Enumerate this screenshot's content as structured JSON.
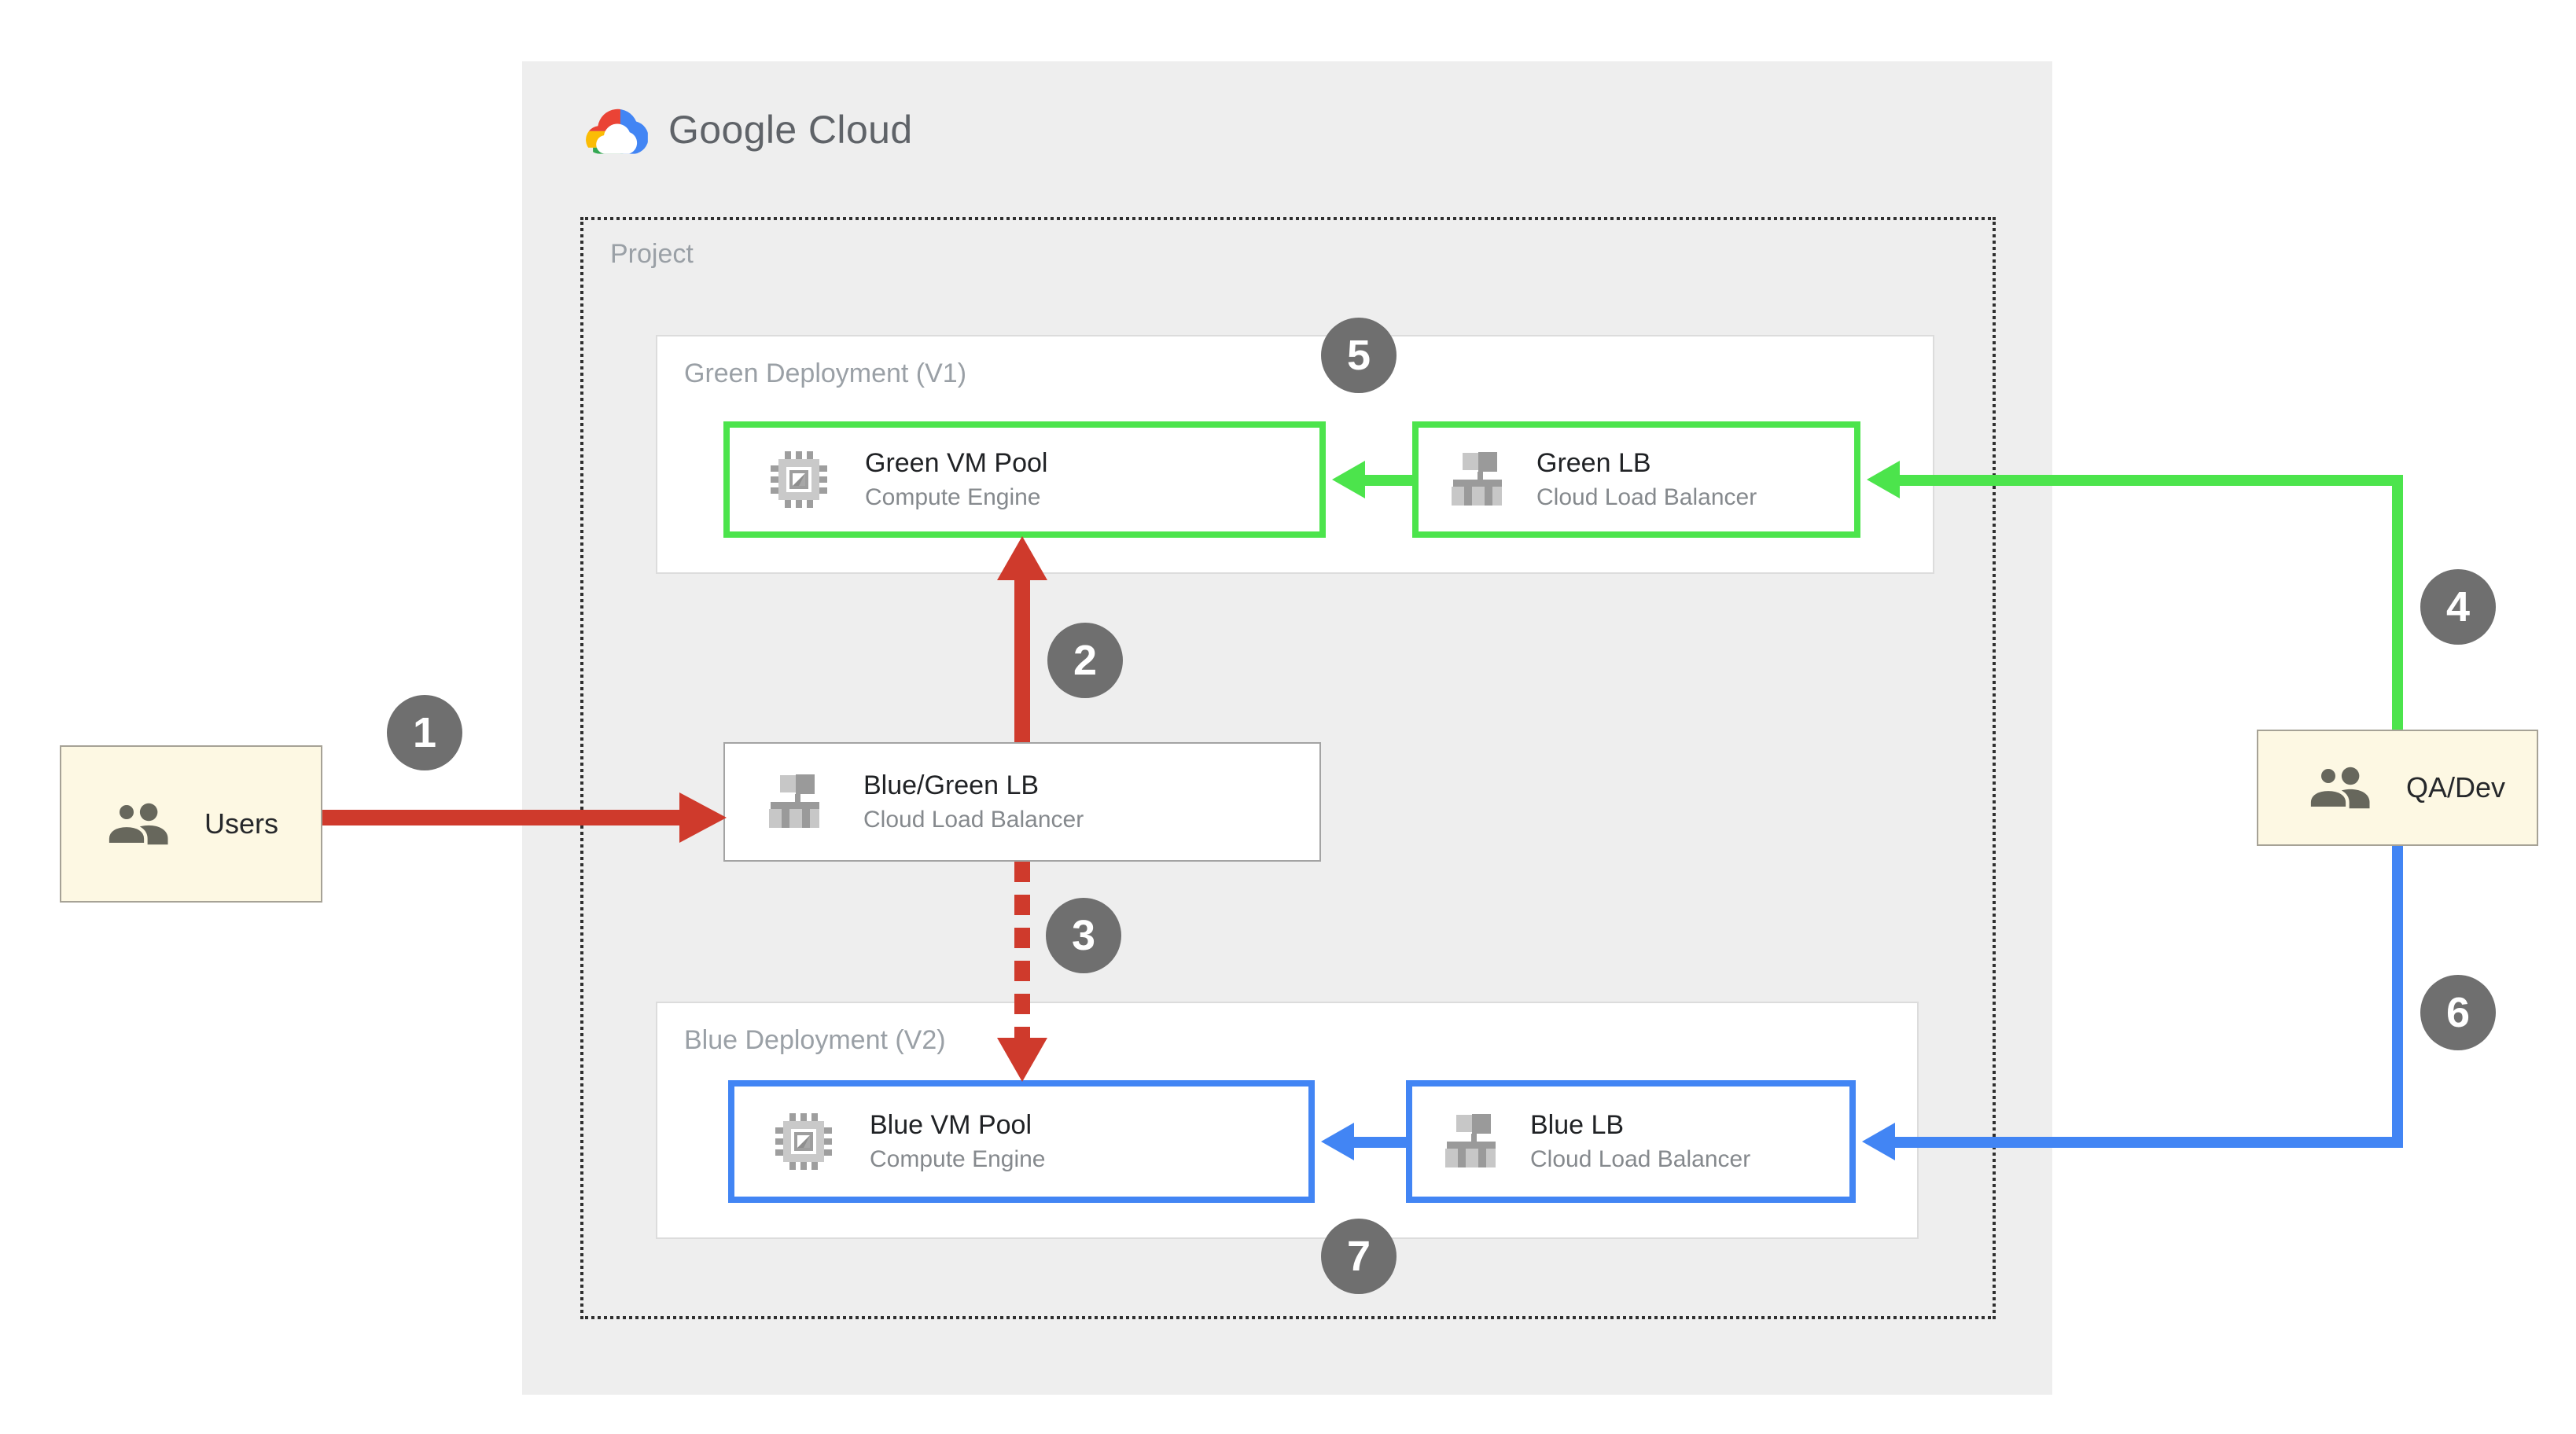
{
  "header": {
    "logo_text": "Google Cloud"
  },
  "project": {
    "label": "Project"
  },
  "groups": {
    "green": {
      "title": "Green Deployment (V1)"
    },
    "blue": {
      "title": "Blue Deployment (V2)"
    }
  },
  "nodes": {
    "green_vm": {
      "title": "Green VM Pool",
      "subtitle": "Compute Engine"
    },
    "green_lb": {
      "title": "Green LB",
      "subtitle": "Cloud Load Balancer"
    },
    "bluegreen_lb": {
      "title": "Blue/Green LB",
      "subtitle": "Cloud Load Balancer"
    },
    "blue_vm": {
      "title": "Blue VM Pool",
      "subtitle": "Compute Engine"
    },
    "blue_lb": {
      "title": "Blue LB",
      "subtitle": "Cloud Load Balancer"
    },
    "users": {
      "title": "Users"
    },
    "qadev": {
      "title": "QA/Dev"
    }
  },
  "badges": [
    "1",
    "2",
    "3",
    "4",
    "5",
    "6",
    "7"
  ],
  "colors": {
    "green": "#4ce44c",
    "blue": "#4285f4",
    "red": "#cf3a2c",
    "badge": "#6f6f6f",
    "cream": "#fdf8e3",
    "panel": "#eeeeee"
  }
}
